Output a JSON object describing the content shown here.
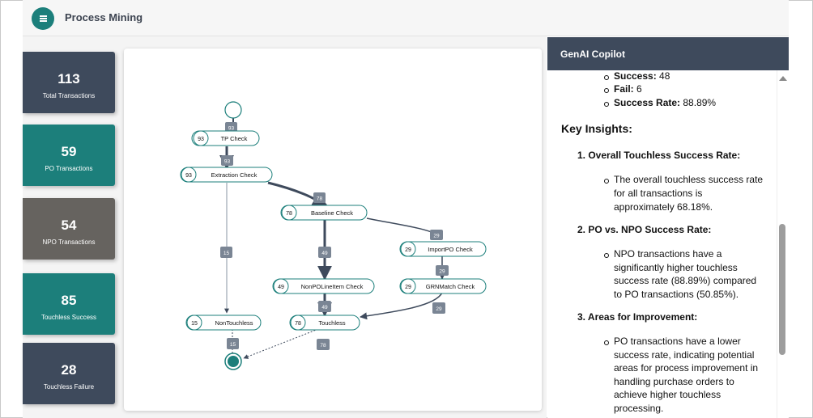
{
  "header": {
    "title": "Process Mining",
    "menu_icon": "hamburger-menu-icon"
  },
  "kpis": [
    {
      "value": "113",
      "label": "Total Transactions",
      "color": "#3e4a5c"
    },
    {
      "value": "59",
      "label": "PO Transactions",
      "color": "#1c7f7b"
    },
    {
      "value": "54",
      "label": "NPO Transactions",
      "color": "#66635f"
    },
    {
      "value": "85",
      "label": "Touchless Success",
      "color": "#1c7f7b"
    },
    {
      "value": "28",
      "label": "Touchless Failure",
      "color": "#3e4a5c"
    }
  ],
  "graph": {
    "nodes": [
      {
        "label": "TP Check",
        "count": "93"
      },
      {
        "label": "Extraction Check",
        "count": "93"
      },
      {
        "label": "Baseline Check",
        "count": "78"
      },
      {
        "label": "ImportPO Check",
        "count": "29"
      },
      {
        "label": "NonPOLineItem Check",
        "count": "49"
      },
      {
        "label": "GRNMatch Check",
        "count": "29"
      },
      {
        "label": "NonTouchless",
        "count": "15"
      },
      {
        "label": "Touchless",
        "count": "78"
      }
    ],
    "edges": [
      "93",
      "93",
      "78",
      "15",
      "29",
      "49",
      "29",
      "49",
      "29",
      "15",
      "78"
    ]
  },
  "copilot": {
    "title": "GenAI Copilot",
    "stats": [
      {
        "key": "Success:",
        "val": " 48"
      },
      {
        "key": "Fail:",
        "val": " 6"
      },
      {
        "key": "Success Rate:",
        "val": " 88.89%"
      }
    ],
    "insights_heading": "Key Insights:",
    "insights": [
      {
        "title": "1. Overall Touchless Success Rate:",
        "lines": [
          "The overall touchless success rate",
          "for all transactions is",
          "approximately 68.18%."
        ]
      },
      {
        "title": "2. PO vs. NPO Success Rate:",
        "lines": [
          "NPO transactions have a",
          "significantly higher touchless",
          "success rate (88.89%) compared",
          "to PO transactions (50.85%)."
        ]
      },
      {
        "title": "3. Areas for Improvement:",
        "lines": [
          "PO transactions have a lower",
          "success rate, indicating potential",
          "areas for process improvement in",
          "handling purchase orders to",
          "achieve higher touchless",
          "processing."
        ]
      }
    ]
  },
  "colors": {
    "teal": "#1c7f7b",
    "navy": "#3e4a5c",
    "edge_badge": "#7a8594"
  }
}
